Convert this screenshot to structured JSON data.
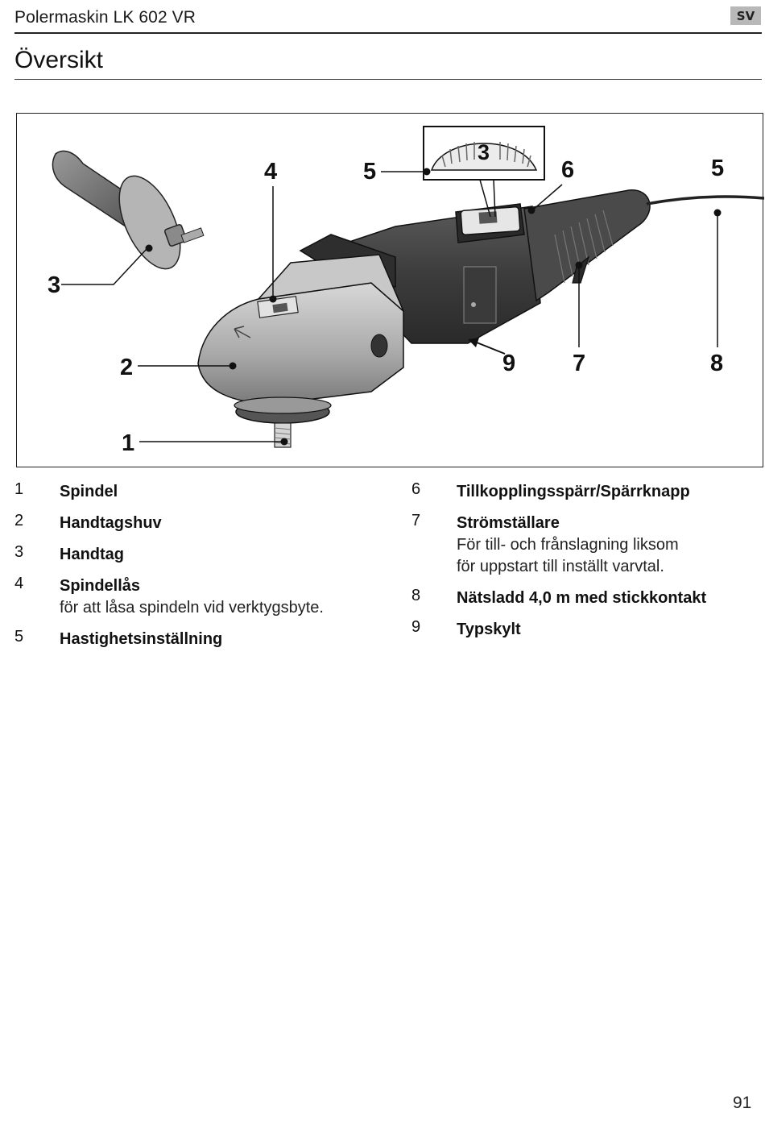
{
  "header": {
    "title": "Polermaskin LK 602 VR",
    "lang_badge": "SV"
  },
  "section_title": "Översikt",
  "figure": {
    "callouts": [
      "1",
      "2",
      "3",
      "4",
      "5",
      "6",
      "5",
      "9",
      "7",
      "8"
    ],
    "inset_label": "3"
  },
  "legend_left": [
    {
      "num": "1",
      "label": "Spindel",
      "desc": ""
    },
    {
      "num": "2",
      "label": "Handtagshuv",
      "desc": ""
    },
    {
      "num": "3",
      "label": "Handtag",
      "desc": ""
    },
    {
      "num": "4",
      "label": "Spindellås",
      "desc": "för att låsa spindeln vid verktygsbyte."
    },
    {
      "num": "5",
      "label": "Hastighetsinställning",
      "desc": ""
    }
  ],
  "legend_right": [
    {
      "num": "6",
      "label": "Tillkopplingsspärr/Spärrknapp",
      "desc": ""
    },
    {
      "num": "7",
      "label": "Strömställare",
      "desc": "För till- och frånslagning liksom för uppstart till inställt varvtal."
    },
    {
      "num": "8",
      "label": "Nätsladd 4,0 m med stickkontakt",
      "desc": ""
    },
    {
      "num": "9",
      "label": "Typskylt",
      "desc": ""
    }
  ],
  "page_number": "91",
  "colors": {
    "rule": "#222222",
    "badge_bg": "#b8b8b8",
    "tool_dark": "#3a3a3a",
    "tool_mid": "#6e6e6e",
    "tool_light": "#c8c8c8"
  }
}
